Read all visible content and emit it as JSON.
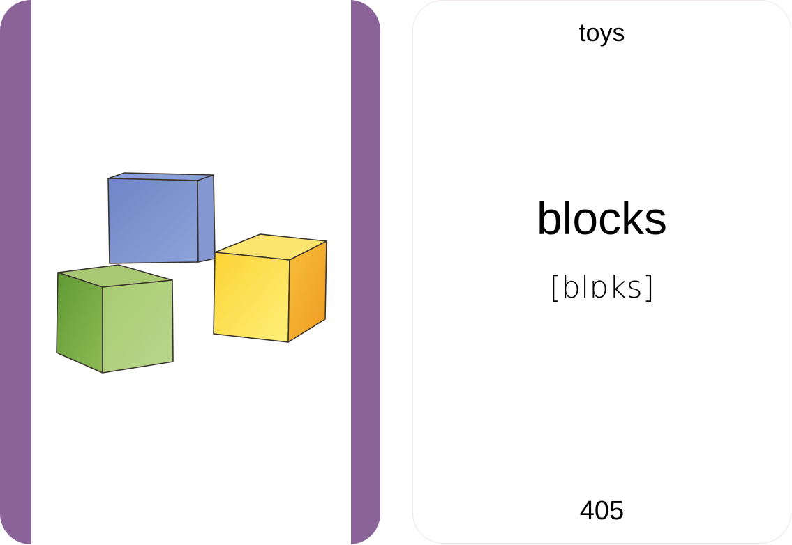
{
  "front_card": {
    "accent_color": "#8a6399",
    "illustration": "watercolor-toy-blocks",
    "blocks": [
      {
        "color_name": "blue",
        "face_top": "#8b9fd6",
        "face_front": "#7f94d0",
        "face_side": "#5f74b6"
      },
      {
        "color_name": "green",
        "face_top": "#a6c56b",
        "face_front": "#7fae4c",
        "face_side": "#a4c872"
      },
      {
        "color_name": "yellow",
        "face_top": "#fbe36a",
        "face_front": "#fde34a",
        "face_side": "#f2a92c"
      }
    ]
  },
  "back_card": {
    "category": "toys",
    "word": "blocks",
    "transcription": "[blɒks]",
    "number": "405"
  }
}
